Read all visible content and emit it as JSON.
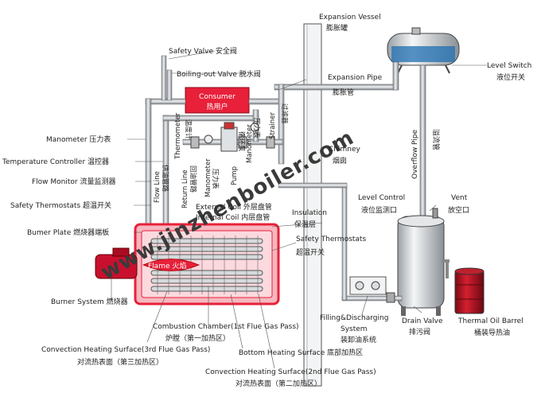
{
  "labels": {
    "expansion_vessel_en": "Expansion Vessel",
    "expansion_vessel_cn": "膨胀罐",
    "safety_valve": "Safety Valve 安全阀",
    "boiling_out_valve": "Boiling-out Valve 脱水阀",
    "expansion_pipe_en": "Expansion Pipe",
    "expansion_pipe_cn": "膨胀管",
    "level_switch_en": "Level Switch",
    "level_switch_cn": "液位开关",
    "consumer_en": "Consumer",
    "consumer_cn": "热用户",
    "overflow_pipe_en": "Overflow Pipe",
    "overflow_pipe_cn": "溢流管",
    "manometer_left": "Manometer 压力表",
    "temperature_controller": "Temperature Controller 温控器",
    "flow_monitor": "Flow Monitor 流量监测器",
    "safety_thermostats_left": "Safety Thermostats 超温开关",
    "burner_plate": "Bumer Plate 燃烧器端板",
    "burner_system": "Burner System 燃烧器",
    "thermometer_en": "Thermometer",
    "thermometer_cn": "温度计",
    "flow_line_en": "Flow Line",
    "flow_line_cn": "供油管路",
    "return_line_en": "Return Line",
    "return_line_cn": "回油管路",
    "manometer_mid_en": "Manometer",
    "manometer_mid_cn": "压力表",
    "pump_en": "Pump",
    "pump_cn": "循环泵",
    "manometer_right_en": "Manometer",
    "manometer_right_cn": "压力表",
    "strainer_en": "Strainer",
    "strainer_cn": "过滤器",
    "chimney_en": "Chimney",
    "chimney_cn": "烟囱",
    "external_coil": "External Coil 外层盘管",
    "internal_coil": "Internal Coil 内层盘管",
    "insulation_en": "Insulation",
    "insulation_cn": "保温层",
    "safety_thermostats_right_en": "Safety Thermostats",
    "safety_thermostats_right_cn": "超温开关",
    "flame": "Flame 火焰",
    "level_control_en": "Level Control",
    "level_control_cn": "液位监测口",
    "vent_en": "Vent",
    "vent_cn": "放空口",
    "filling_en_1": "Filling&Discharging",
    "filling_en_2": "System",
    "filling_cn": "装卸油系统",
    "drain_valve_en": "Drain Valve",
    "drain_valve_cn": "排污阀",
    "thermal_oil_barrel_en": "Thermal Oil  Barrel",
    "thermal_oil_barrel_cn": "桶装导热油",
    "combustion_chamber_en": "Combustion Chamber(1st Flue Gas Pass)",
    "combustion_chamber_cn": "炉膛（第一加热区）",
    "convection_3rd_en": "Convection Heating Surface(3rd Flue Gas Pass)",
    "convection_3rd_cn": "对流热表面（第三加热区）",
    "bottom_heating": "Bottom Heating Surface 底部加热区",
    "convection_2nd_en": "Convection Heating Surface(2nd Flue Gas Pass)",
    "convection_2nd_cn": "对流热表面（第二加热区）",
    "watermark": "www.jinzhenboiler.com"
  },
  "colors": {
    "boiler_red": "#e8203a",
    "boiler_fill": "#f6b7bf",
    "burner_red": "#c8102e",
    "pipe_gray": "#9aa0a6",
    "barrel_red": "#b01020",
    "tank_blue": "#1f6fb2"
  }
}
